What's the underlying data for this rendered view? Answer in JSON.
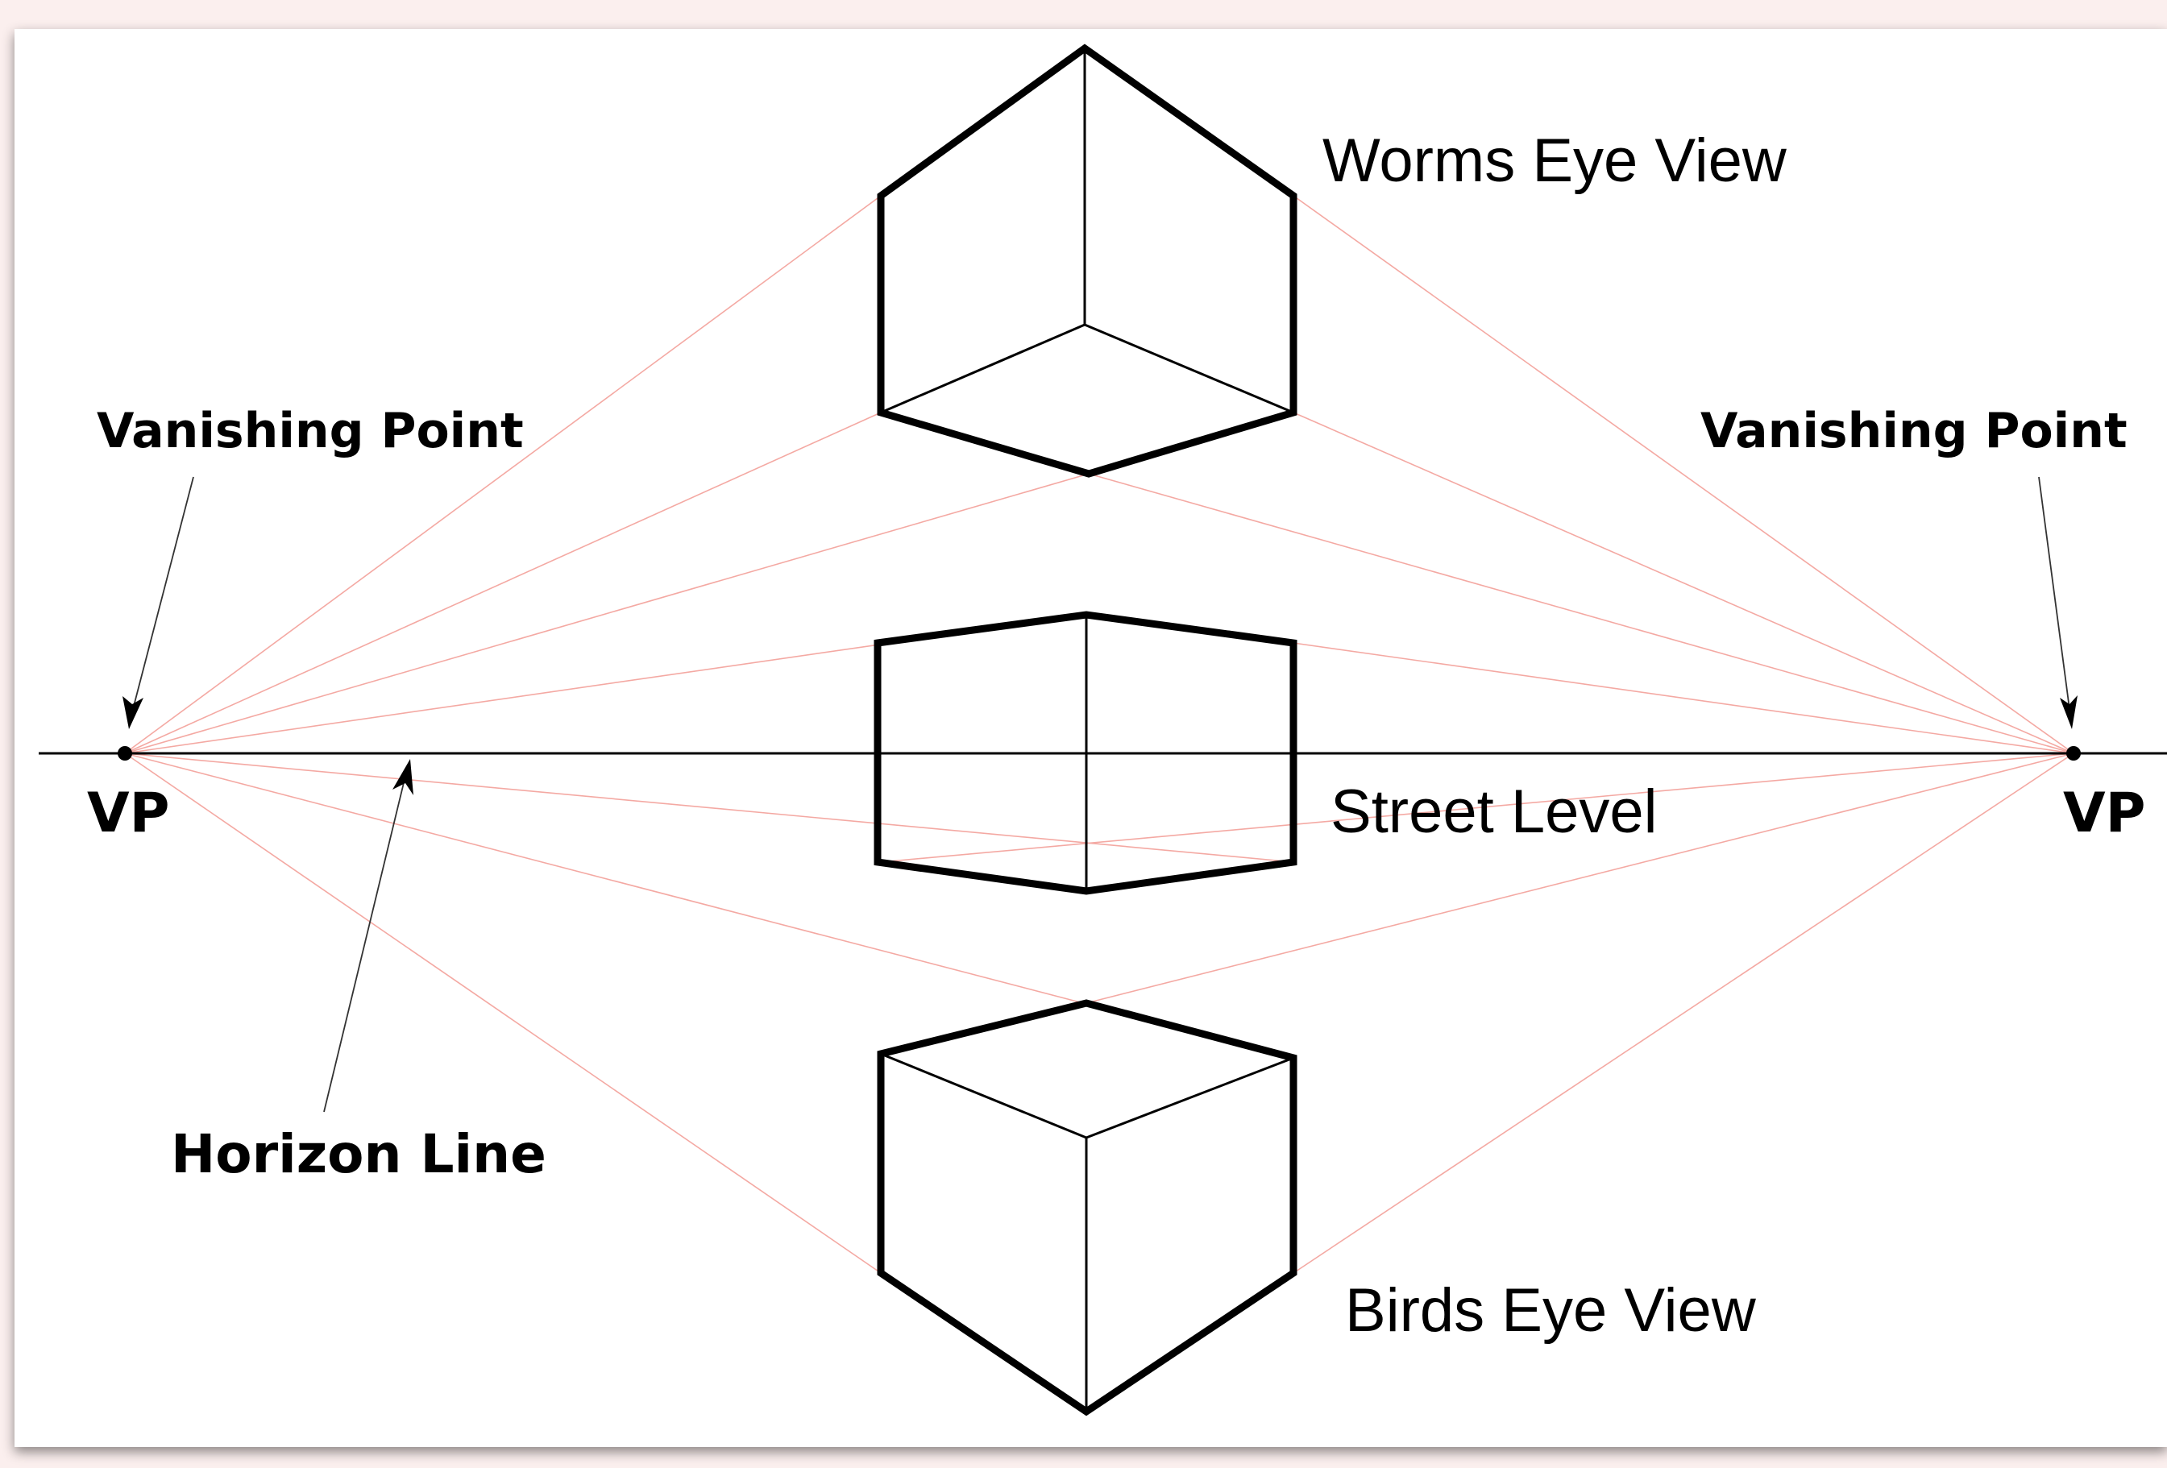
{
  "labels": {
    "worms": "Worms Eye View",
    "street": "Street Level",
    "birds": "Birds Eye View",
    "vp_left_title": "Vanishing Point",
    "vp_right_title": "Vanishing Point",
    "vp_left": "VP",
    "vp_right": "VP",
    "horizon": "Horizon Line"
  },
  "colors": {
    "construction_lines": "#f4a9a3",
    "outline": "#000000"
  }
}
